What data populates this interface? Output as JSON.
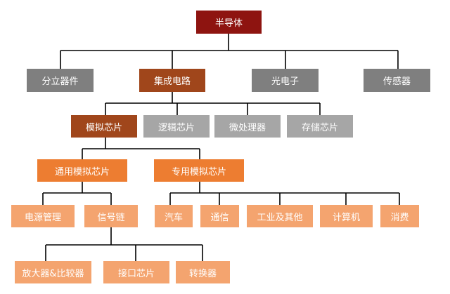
{
  "colors": {
    "root_fill": "#8e1410",
    "root_text": "#ffffff",
    "gray_fill": "#7f7f7f",
    "light_gray_fill": "#a6a6a6",
    "gray_text": "#ffffff",
    "brown_fill": "#a0461b",
    "brown_text": "#ffffff",
    "orange_fill": "#ed7d31",
    "orange_text": "#ffffff",
    "peach_fill": "#f4a46f",
    "peach_text": "#ffffff",
    "line": "#000000"
  },
  "root": {
    "label": "半导体"
  },
  "level1": {
    "discrete": "分立器件",
    "ic": "集成电路",
    "optoelectronics": "光电子",
    "sensors": "传感器"
  },
  "level2": {
    "analog": "模拟芯片",
    "logic": "逻辑芯片",
    "microprocessor": "微处理器",
    "memory": "存储芯片"
  },
  "level3": {
    "general_analog": "通用模拟芯片",
    "special_analog": "专用模拟芯片"
  },
  "level4": {
    "power_management": "电源管理",
    "signal_chain": "信号链",
    "automotive": "汽车",
    "communication": "通信",
    "industrial_other": "工业及其他",
    "computer": "计算机",
    "consumer": "消费"
  },
  "level5": {
    "amplifier_comparator": "放大器&比较器",
    "interface_chip": "接口芯片",
    "converter": "转换器"
  }
}
